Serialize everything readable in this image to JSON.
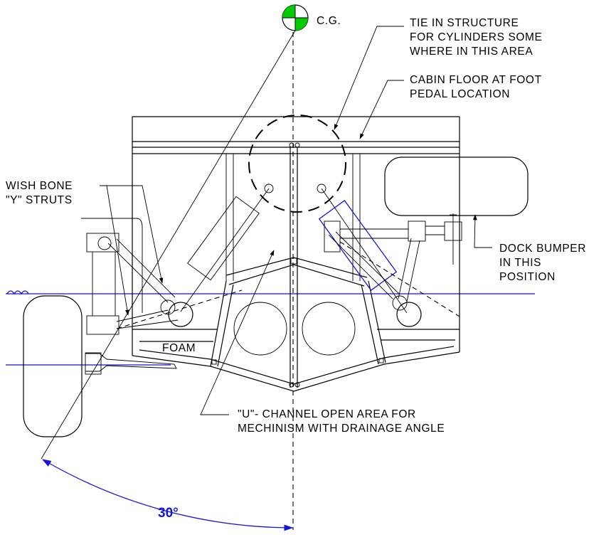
{
  "labels": {
    "cg": "C.G.",
    "tie_in_1": "TIE IN STRUCTURE",
    "tie_in_2": "FOR CYLINDERS SOME",
    "tie_in_3": "WHERE IN THIS AREA",
    "cabin_1": "CABIN FLOOR AT FOOT",
    "cabin_2": "PEDAL LOCATION",
    "wish_1": "WISH BONE",
    "wish_2": "\"Y\" STRUTS",
    "dock_1": "DOCK BUMPER",
    "dock_2": "IN THIS",
    "dock_3": "POSITION",
    "foam": "FOAM",
    "uchan_1": "\"U\"- CHANNEL OPEN AREA FOR",
    "uchan_2": "MECHINISM WITH DRAINAGE ANGLE",
    "angle": "30°"
  },
  "colors": {
    "line": "#000000",
    "dimension": "#1515d8",
    "cg_marker": "#00cc00"
  }
}
